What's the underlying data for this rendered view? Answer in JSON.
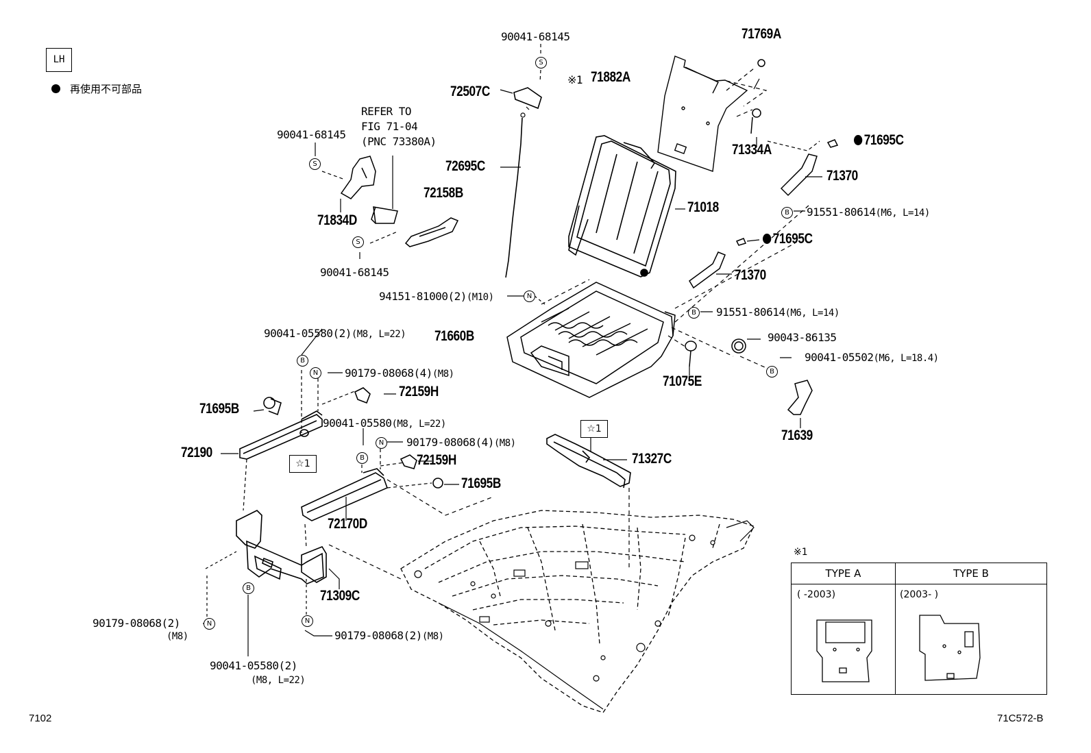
{
  "header": {
    "lh_label": "LH",
    "legend_text": "再使用不可部品"
  },
  "footer": {
    "left_code": "7102",
    "right_code": "71C572-B"
  },
  "star_label": "☆1",
  "note_mark": "※1",
  "refer": {
    "line1": "REFER TO",
    "line2": "FIG 71-04",
    "line3": "(PNC 73380A)"
  },
  "parts": {
    "p90041_68145_top": "90041-68145",
    "p71769A": "71769A",
    "p71882A": "71882A",
    "p71882A_mark": "※1",
    "p72507C": "72507C",
    "p90041_68145_left": "90041-68145",
    "p72695C": "72695C",
    "p71334A": "71334A",
    "p71695C_a": "71695C",
    "p71370_a": "71370",
    "p72158B": "72158B",
    "p71018": "71018",
    "p91551_a": "91551-80614",
    "p91551_a_spec": "(M6, L=14)",
    "p71834D": "71834D",
    "p90041_68145_bottom": "90041-68145",
    "p71695C_b": "71695C",
    "p71370_b": "71370",
    "p94151": "94151-81000(2)",
    "p94151_spec": "(M10)",
    "p91551_b": "91551-80614",
    "p91551_b_spec": "(M6, L=14)",
    "p90041_05580_a": "90041-05580(2)",
    "p90041_05580_a_spec": "(M8, L=22)",
    "p71660B": "71660B",
    "p90043": "90043-86135",
    "p90041_05502": "90041-05502",
    "p90041_05502_spec": "(M6, L=18.4)",
    "p90179_a": "90179-08068(4)",
    "p90179_a_spec": "(M8)",
    "p71075E": "71075E",
    "p72159H_a": "72159H",
    "p71695B_a": "71695B",
    "p90041_05580_b": "90041-05580",
    "p90041_05580_b_spec": "(M8, L=22)",
    "p90179_b": "90179-08068(4)",
    "p90179_b_spec": "(M8)",
    "p71639": "71639",
    "p72190": "72190",
    "p72159H_b": "72159H",
    "p71327C": "71327C",
    "p71695B_b": "71695B",
    "p72170D": "72170D",
    "p71309C": "71309C",
    "p90179_c": "90179-08068(2)",
    "p90179_c_spec": "(M8)",
    "p90179_d": "90179-08068(2)",
    "p90179_d_spec": "(M8)",
    "p90041_05580_c": "90041-05580(2)",
    "p90041_05580_c_spec": "(M8, L=22)"
  },
  "badges": {
    "s": "S",
    "b": "B",
    "n": "N"
  },
  "type_table": {
    "type_a": "TYPE A",
    "type_b": "TYPE B",
    "type_a_years": "(     -2003)",
    "type_b_years": "(2003-     )"
  }
}
